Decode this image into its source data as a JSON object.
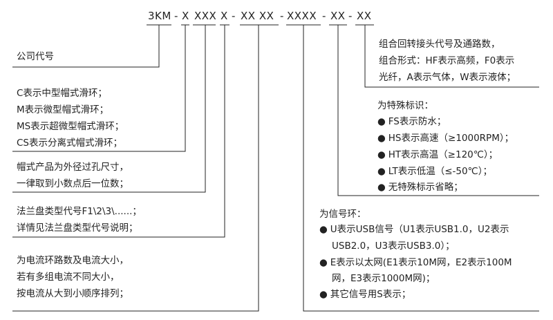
{
  "code": [
    "3KM",
    "-",
    "X",
    "XXX",
    "X",
    "-",
    "XX XX",
    "-",
    "XXXX",
    "-",
    "XX",
    "-",
    "XX"
  ],
  "left": {
    "company": "公司代号",
    "type": [
      "C表示中型帽式滑环；",
      "M表示微型帽式滑环；",
      "MS表示超微型帽式滑环；",
      "CS表示分离式帽式滑环；"
    ],
    "size": [
      "帽式产品为外径过孔尺寸，",
      "一律取到小数点后一位数；"
    ],
    "flange": [
      "法兰盘类型代号F1\\2\\3\\......；",
      "详情见法兰盘类型代号说明；"
    ],
    "current": [
      "为电流环路数及电流大小，",
      "若有多组电流不同大小，",
      "按电流从大到小顺序排列；"
    ]
  },
  "right": {
    "combo": [
      "组合回转接头代号及通路数，",
      "组合形式：HF表示高频，F0表示",
      "光纤，A表示气体，W表示液体；"
    ],
    "special_title": "为特殊标识：",
    "special": [
      "FS表示防水；",
      "HS表示高速（≥1000RPM）；",
      "HT表示高温（≥120℃）；",
      "LT表示低温（≤-50℃）；",
      "无特殊标示省略；"
    ],
    "signal_title": "为信号环：",
    "signal": [
      {
        "bullet": true,
        "text": "U表示USB信号（U1表示USB1.0，U2表示"
      },
      {
        "bullet": false,
        "text": "USB2.0，U3表示USB3.0）；"
      },
      {
        "bullet": true,
        "text": "E表示以太网(E1表示10M网，E2表示100M"
      },
      {
        "bullet": false,
        "text": "网，E3表示1000M网)；"
      },
      {
        "bullet": true,
        "text": "其它信号用S表示；"
      }
    ]
  }
}
